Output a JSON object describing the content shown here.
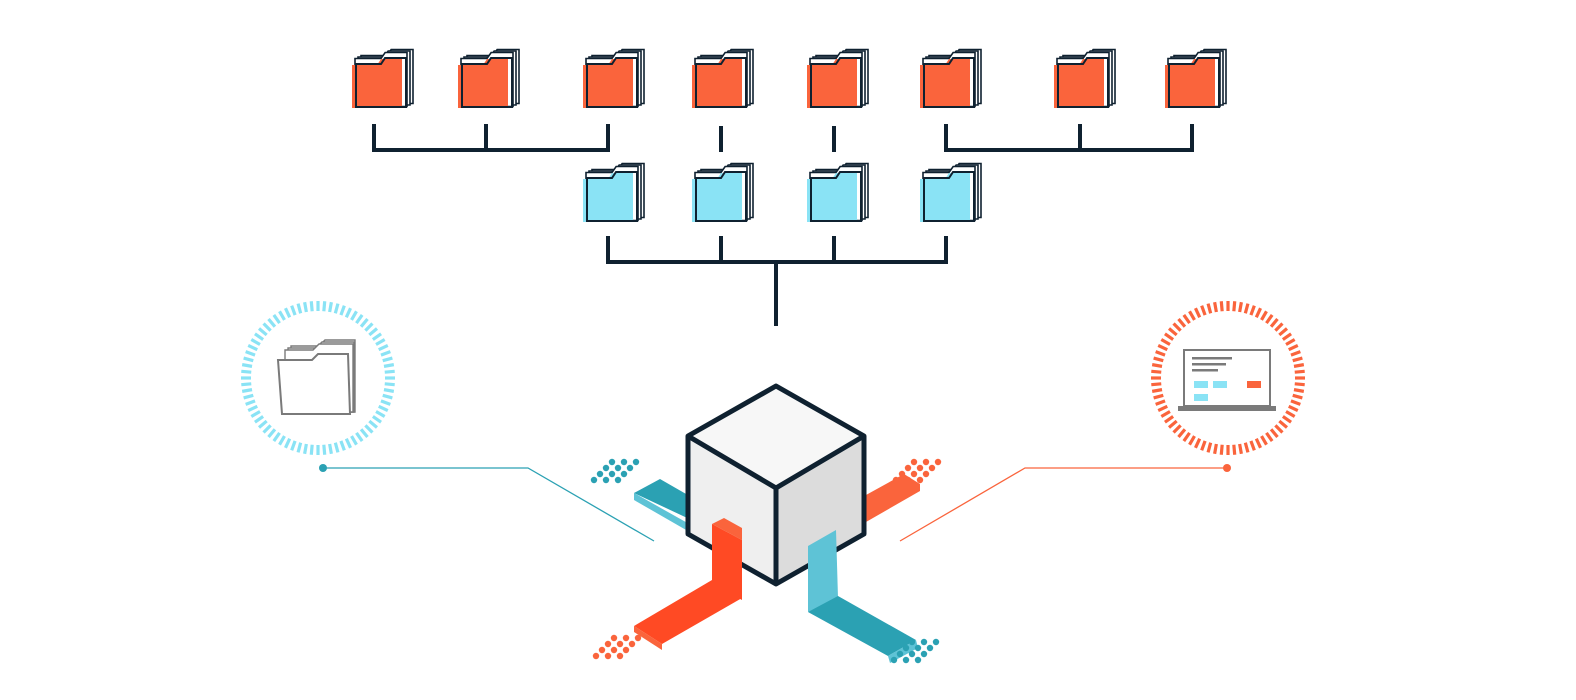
{
  "diagram": {
    "colors": {
      "background": "#ffffff",
      "outline": "#0f2130",
      "orange": "#fa643c",
      "orange_dark": "#ff4a24",
      "blue": "#8ae3f5",
      "teal": "#2ba1b3",
      "teal_light": "#5ec3d6",
      "cube_top": "#f7f7f7",
      "cube_left": "#efefef",
      "cube_right": "#dcdcdc",
      "gray_icon": "#7a7a7a"
    },
    "top_row": {
      "icon": "folder-icon",
      "color": "orange",
      "count": 8
    },
    "middle_row": {
      "icon": "folder-icon",
      "color": "blue",
      "count": 4
    },
    "hub": {
      "icon": "cube-icon"
    },
    "left_badge": {
      "icon": "folder-icon",
      "ring_color": "blue"
    },
    "right_badge": {
      "icon": "laptop-icon",
      "ring_color": "orange"
    }
  }
}
